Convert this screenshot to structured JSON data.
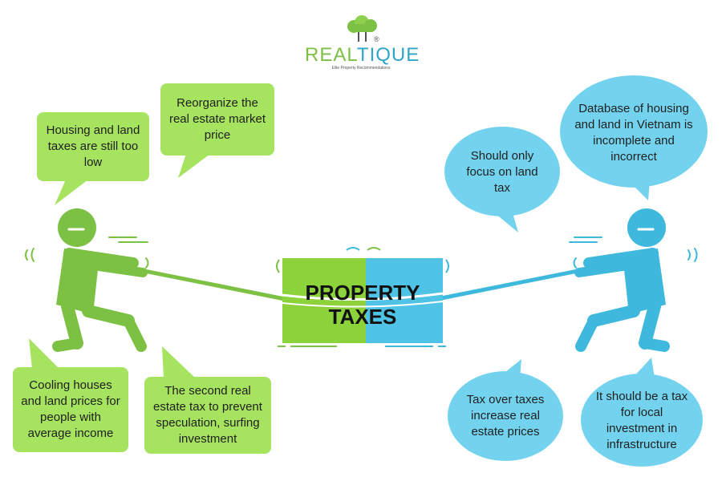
{
  "logo": {
    "brand_part1": "REAL",
    "brand_part2": "TIQUE",
    "tagline": "Elite Property Recommendations",
    "registered_mark": "®"
  },
  "center_box": {
    "line1": "PROPERTY",
    "line2": "TAXES"
  },
  "left_side": {
    "color": "#a6e35f",
    "figure_color": "#7cc144",
    "bubbles": [
      "Housing and land taxes are still too low",
      "Reorganize the real estate market price",
      "Cooling houses and land prices for people with average income",
      "The second real estate tax to prevent speculation, surfing investment"
    ]
  },
  "right_side": {
    "color": "#73d3ee",
    "figure_color": "#3fb8de",
    "bubbles": [
      "Should only focus on land tax",
      "Database of housing and land in Vietnam is incomplete and incorrect",
      "Tax over taxes increase real estate prices",
      "It should be a tax for local investment in infrastructure"
    ]
  }
}
